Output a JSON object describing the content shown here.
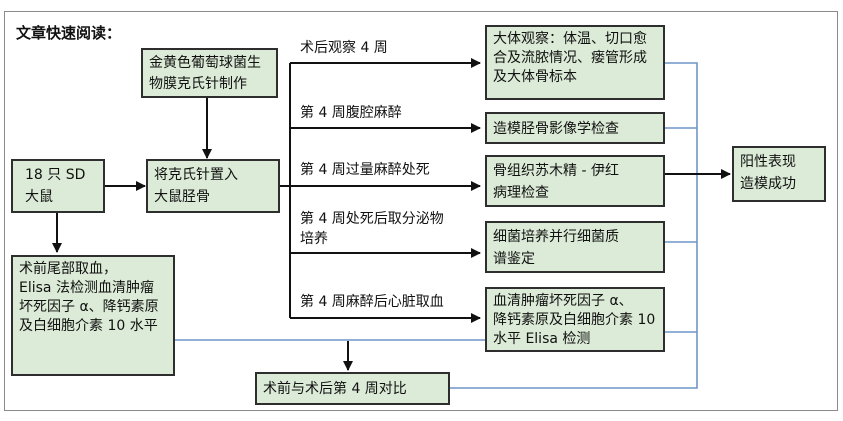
{
  "title": "文章快速阅读：",
  "boxes": {
    "bacteria": "金黄色葡萄球菌生物膜克氏针制作",
    "rats": "18 只 SD\n大鼠",
    "insert": "将克氏针置入\n大鼠胫骨",
    "preop_blood": "术前尾部取血，\nElisa 法检测血清肿瘤坏死因子 α、降钙素原及白细胞介素 10 水平",
    "compare": "术前与术后第 4 周对比",
    "gross": "大体观察：体温、切口愈合及流脓情况、瘘管形成及大体骨标本",
    "imaging": "造模胫骨影像学检查",
    "pathology": "骨组织苏木精 - 伊红\n病理检查",
    "culture": "细菌培养并行细菌质\n谱鉴定",
    "serum": "血清肿瘤坏死因子 α、\n降钙素原及白细胞介素 10 水平 Elisa 检测",
    "success": "阳性表现\n造模成功"
  },
  "labels": {
    "week4_observe": "术后观察 4 周",
    "anesthesia": "第 4 周腹腔麻醉",
    "overdose": "第 4 周过量麻醉处死",
    "secretion": "第 4 周处死后取分泌物\n培养",
    "cardiac": "第 4 周麻醉后心脏取血"
  },
  "colors": {
    "box_fill": "#dcebd7",
    "box_border": "#2e2e2e",
    "blue_line": "#6f95c8",
    "arrow": "#111111"
  }
}
